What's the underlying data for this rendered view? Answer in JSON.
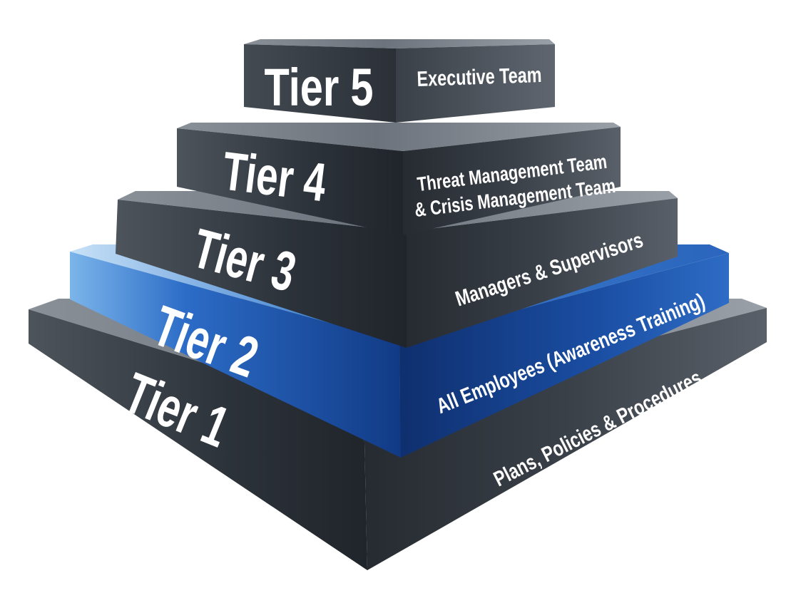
{
  "tiers": [
    {
      "title": "Tier 1",
      "lines": [
        "Plans, Policies & Procedures"
      ],
      "color": "#3a414a",
      "highlight": false
    },
    {
      "title": "Tier 2",
      "lines": [
        "All Employees (Awareness Training)"
      ],
      "color": "#1d4fa0",
      "highlight": true
    },
    {
      "title": "Tier 3",
      "lines": [
        "Managers & Supervisors"
      ],
      "color": "#3a414a",
      "highlight": false
    },
    {
      "title": "Tier 4",
      "lines": [
        "Threat Management Team",
        "& Crisis Management Team"
      ],
      "color": "#3a414a",
      "highlight": false
    },
    {
      "title": "Tier 5",
      "lines": [
        "Executive Team"
      ],
      "color": "#3a414a",
      "highlight": false
    }
  ]
}
